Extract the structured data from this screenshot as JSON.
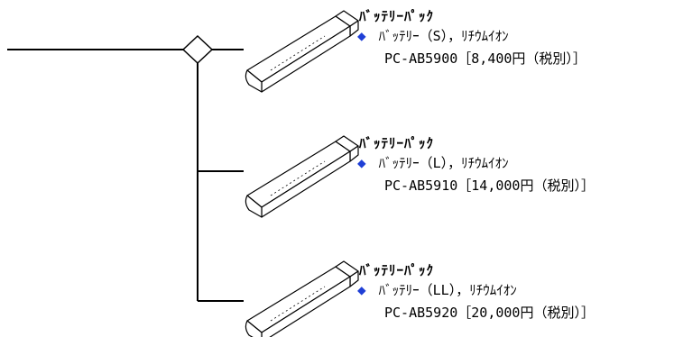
{
  "colors": {
    "line": "#000000",
    "bullet": "#1f3fd6"
  },
  "icons": {
    "connector": "diamond-icon",
    "product": "battery-pack-icon",
    "bullet": "diamond-bullet-icon"
  },
  "entries": [
    {
      "title": "ﾊﾞｯﾃﾘｰﾊﾟｯｸ",
      "bullet": "◆",
      "desc": "ﾊﾞｯﾃﾘｰ（S），ﾘﾁｳﾑｲｵﾝ",
      "model": "PC-AB5900［8,400円（税別）］"
    },
    {
      "title": "ﾊﾞｯﾃﾘｰﾊﾟｯｸ",
      "bullet": "◆",
      "desc": "ﾊﾞｯﾃﾘｰ（L），ﾘﾁｳﾑｲｵﾝ",
      "model": "PC-AB5910［14,000円（税別）］"
    },
    {
      "title": "ﾊﾞｯﾃﾘｰﾊﾟｯｸ",
      "bullet": "◆",
      "desc": "ﾊﾞｯﾃﾘｰ（LL），ﾘﾁｳﾑｲｵﾝ",
      "model": "PC-AB5920［20,000円（税別）］"
    }
  ]
}
